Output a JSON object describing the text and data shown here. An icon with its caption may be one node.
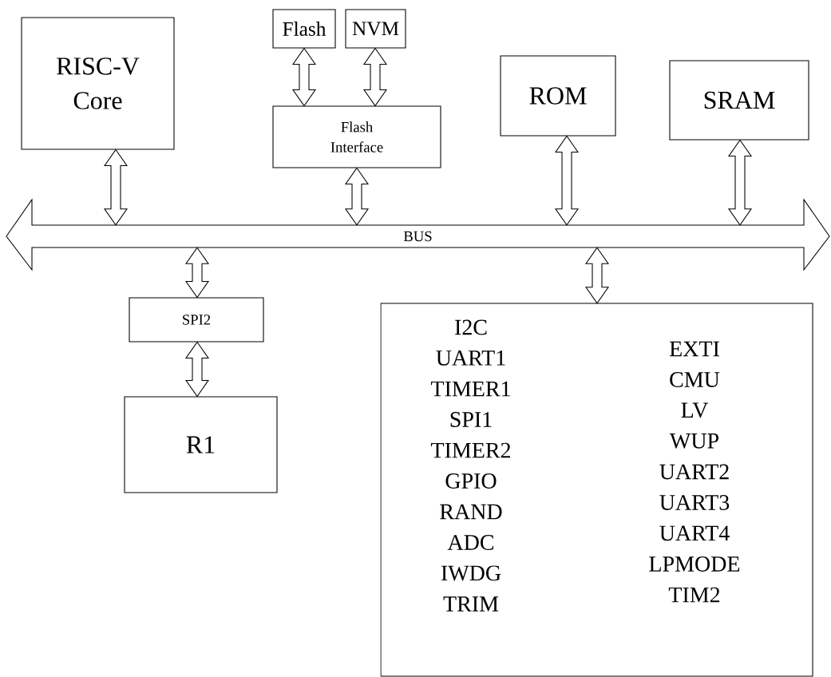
{
  "diagram": {
    "nodes": [
      {
        "text": [
          "RISC-V Core"
        ]
      },
      {
        "text": [
          "Flash"
        ]
      },
      {
        "text": [
          "NVM"
        ]
      },
      {
        "text": [
          "Flash Interface"
        ]
      },
      {
        "text": [
          "ROM"
        ]
      },
      {
        "text": [
          "SRAM"
        ]
      },
      {
        "text": [
          "BUS"
        ]
      },
      {
        "text": [
          "SPI2"
        ]
      },
      {
        "text": [
          "R1"
        ]
      },
      {
        "text": [
          "I2C",
          "UART1",
          "TIMER1",
          "SPI1",
          "TIMER2",
          "GPIO",
          "RAND",
          "ADC",
          "IWDG",
          "TRIM",
          "EXTI",
          "CMU",
          "LV",
          "WUP",
          "UART2",
          "UART3",
          "UART4",
          "LPMODE",
          "TIM2"
        ]
      }
    ],
    "edges": [
      {
        "from": 0,
        "to": 6,
        "arrow": "both"
      },
      {
        "from": 1,
        "to": 3,
        "arrow": "both"
      },
      {
        "from": 2,
        "to": 3,
        "arrow": "both"
      },
      {
        "from": 3,
        "to": 6,
        "arrow": "both"
      },
      {
        "from": 4,
        "to": 6,
        "arrow": "both"
      },
      {
        "from": 5,
        "to": 6,
        "arrow": "both"
      },
      {
        "from": 6,
        "to": 7,
        "arrow": "both"
      },
      {
        "from": 7,
        "to": 8,
        "arrow": "both"
      },
      {
        "from": 6,
        "to": 9,
        "arrow": "both"
      }
    ]
  }
}
